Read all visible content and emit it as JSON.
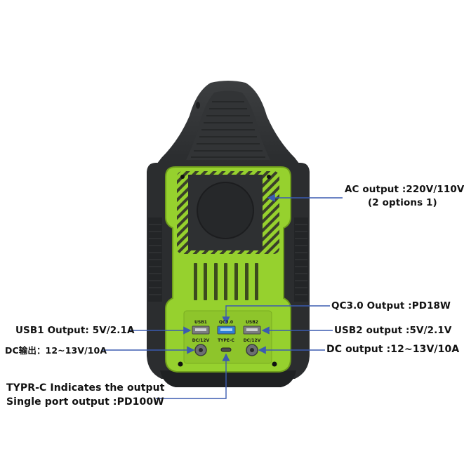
{
  "diagram": {
    "subject": "Portable power station, front view with labeled output ports",
    "colors": {
      "body_dark": "#2b2d2f",
      "body_mid": "#3a3c3e",
      "panel_green": "#96d12e",
      "panel_green_dark": "#6f9e1c",
      "socket_dark": "#2e3032",
      "callout_line": "#3b5bb0",
      "text": "#111111",
      "usb_blue": "#2f7fd6",
      "usb_grey": "#8a8c8e"
    },
    "callouts": {
      "ac": {
        "line1": "AC output :220V/110V",
        "line2": "(2 options 1)"
      },
      "qc": {
        "text": "QC3.0 Output :PD18W"
      },
      "usb1": {
        "text": "USB1 Output: 5V/2.1A"
      },
      "usb2": {
        "text": "USB2 output :5V/2.1V"
      },
      "dc_left": {
        "text": "DC输出：12~13V/10A"
      },
      "dc_right": {
        "text": "DC output :12~13V/10A"
      },
      "typec": {
        "line1": "TYPR-C Indicates the output",
        "line2": "Single port output :PD100W"
      }
    },
    "port_labels": {
      "usb1": "USB1",
      "qc": "QC3.0",
      "usb2": "USB2",
      "dc_left": "DC/12V",
      "typec": "TYPE-C",
      "dc_right": "DC/12V"
    }
  }
}
